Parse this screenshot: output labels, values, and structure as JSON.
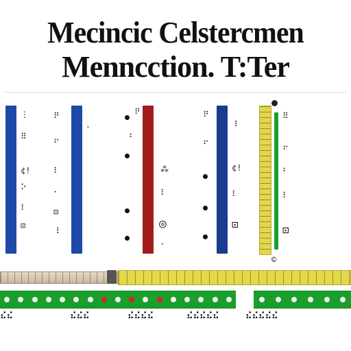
{
  "title": {
    "line1": "Mecincic Celstercmen",
    "line2": "Menncction. T:Ter"
  },
  "colors": {
    "blue": "#1f49a8",
    "dark_blue": "#183c8e",
    "red": "#a21c1c",
    "yellow": "#e4d64c",
    "green": "#1a9f2a",
    "tape_yellow": "#e5d94b",
    "dot_red": "#d8241f",
    "dot_white": "#f2f2f2"
  },
  "columns": [
    {
      "id": "col-1",
      "bar_color": "#1f49a8",
      "labels": [
        "⋮",
        "⠿",
        "¢!",
        "⠕",
        "⠇",
        "⊡"
      ]
    },
    {
      "id": "col-2",
      "bar_color": "#1f49a8",
      "labels": [
        "⠟",
        "⠖",
        "⠇",
        "⠂",
        "⊡",
        "⠸"
      ]
    },
    {
      "id": "col-3",
      "bar_color": "#a21c1c",
      "labels": [
        "⠟",
        "⠆",
        "⁂",
        "⠇",
        "◎",
        "⠂"
      ]
    },
    {
      "id": "col-4",
      "bar_color": "#183c8e",
      "labels": [
        "⠟",
        "⠖",
        "¢!",
        "⠇",
        "⊡",
        "⠸"
      ]
    },
    {
      "id": "col-5",
      "bar_color": "#e4d64c",
      "labels": [
        "⠿",
        "⠖",
        "⠆",
        "⠇",
        "⊡",
        "©"
      ]
    }
  ],
  "footer_labels": [
    "⠮⠮",
    "⠮⠮⠮",
    "⠮⠮⠮⠮",
    "⠮⠮⠮⠮⠮",
    "⠮⠮⠮⠮⠮"
  ]
}
